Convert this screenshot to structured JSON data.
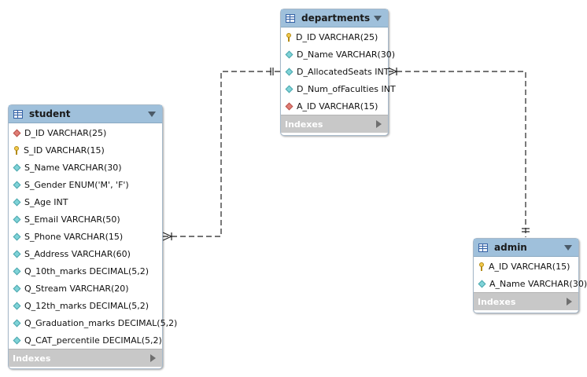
{
  "tables": {
    "student": {
      "name": "student",
      "columns": [
        {
          "text": "D_ID VARCHAR(25)",
          "icon": "diamond-red"
        },
        {
          "text": "S_ID VARCHAR(15)",
          "icon": "key"
        },
        {
          "text": "S_Name VARCHAR(30)",
          "icon": "diamond-cyan"
        },
        {
          "text": "S_Gender ENUM('M', 'F')",
          "icon": "diamond-cyan"
        },
        {
          "text": "S_Age INT",
          "icon": "diamond-cyan"
        },
        {
          "text": "S_Email VARCHAR(50)",
          "icon": "diamond-cyan"
        },
        {
          "text": "S_Phone VARCHAR(15)",
          "icon": "diamond-cyan"
        },
        {
          "text": "S_Address VARCHAR(60)",
          "icon": "diamond-cyan"
        },
        {
          "text": "Q_10th_marks DECIMAL(5,2)",
          "icon": "diamond-cyan"
        },
        {
          "text": "Q_Stream VARCHAR(20)",
          "icon": "diamond-cyan"
        },
        {
          "text": "Q_12th_marks DECIMAL(5,2)",
          "icon": "diamond-cyan"
        },
        {
          "text": "Q_Graduation_marks DECIMAL(5,2)",
          "icon": "diamond-cyan"
        },
        {
          "text": "Q_CAT_percentile DECIMAL(5,2)",
          "icon": "diamond-cyan"
        }
      ],
      "indexes": "Indexes"
    },
    "departments": {
      "name": "departments",
      "columns": [
        {
          "text": "D_ID VARCHAR(25)",
          "icon": "key"
        },
        {
          "text": "D_Name VARCHAR(30)",
          "icon": "diamond-cyan"
        },
        {
          "text": "D_AllocatedSeats INT",
          "icon": "diamond-cyan"
        },
        {
          "text": "D_Num_ofFaculties INT",
          "icon": "diamond-cyan"
        },
        {
          "text": "A_ID VARCHAR(15)",
          "icon": "diamond-red"
        }
      ],
      "indexes": "Indexes"
    },
    "admin": {
      "name": "admin",
      "columns": [
        {
          "text": "A_ID VARCHAR(15)",
          "icon": "key"
        },
        {
          "text": "A_Name VARCHAR(30)",
          "icon": "diamond-cyan"
        }
      ],
      "indexes": "Indexes"
    }
  },
  "relationships": [
    {
      "from": "departments",
      "to": "student",
      "from_end": "one",
      "to_end": "many"
    },
    {
      "from": "admin",
      "to": "departments",
      "from_end": "one",
      "to_end": "many"
    }
  ],
  "colors": {
    "header": "#9fc0db",
    "indexes_bar": "#c8c8c8",
    "line": "#222222"
  }
}
